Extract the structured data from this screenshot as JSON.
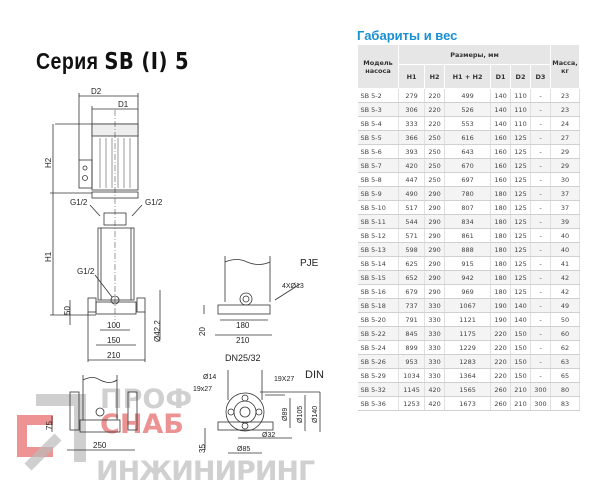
{
  "title": {
    "prefix": "Серия",
    "series": "SB (I) 5"
  },
  "drawing": {
    "main_view": {
      "d2": "D2",
      "d1": "D1",
      "h2": "H2",
      "h1": "H1",
      "g_left": "G1/2",
      "g_right": "G1/2",
      "g_drain": "G1/2",
      "dim_50": "50",
      "dim_100": "100",
      "dim_150": "150",
      "dim_210": "210",
      "dim_dia": "Ø42.2"
    },
    "pje_view": {
      "label": "PJE",
      "holes": "4XØ13",
      "dim_20": "20",
      "dim_180": "180",
      "dim_210": "210"
    },
    "din_view": {
      "dn": "DN25/32",
      "label": "DIN",
      "bolt_right": "19X27",
      "bolt_left": "19x27",
      "dia14": "Ø14",
      "dia89": "Ø89",
      "dia105": "Ø105",
      "dia140": "Ø140",
      "dia32": "Ø32",
      "dia85": "Ø85",
      "dim_35": "35"
    },
    "side_view": {
      "dim_75": "75",
      "dim_250": "250"
    }
  },
  "watermark": {
    "line1": "ПРОФ",
    "line2": "СНАБ",
    "line3": "ИНЖИНИРИНГ"
  },
  "colors": {
    "accent": "#1a8fd1",
    "watermark_red": "#e03a3a"
  },
  "table": {
    "title": "Габариты и вес",
    "headers": {
      "model": "Модель насоса",
      "sizes": "Размеры, мм",
      "mass": "Масса, кг",
      "h1": "H1",
      "h2": "H2",
      "h1h2": "H1 + H2",
      "d1": "D1",
      "d2": "D2",
      "d3": "D3"
    },
    "rows": [
      [
        "SB 5-2",
        "279",
        "220",
        "499",
        "140",
        "110",
        "-",
        "23"
      ],
      [
        "SB 5-3",
        "306",
        "220",
        "526",
        "140",
        "110",
        "-",
        "23"
      ],
      [
        "SB 5-4",
        "333",
        "220",
        "553",
        "140",
        "110",
        "-",
        "24"
      ],
      [
        "SB 5-5",
        "366",
        "250",
        "616",
        "160",
        "125",
        "-",
        "27"
      ],
      [
        "SB 5-6",
        "393",
        "250",
        "643",
        "160",
        "125",
        "-",
        "29"
      ],
      [
        "SB 5-7",
        "420",
        "250",
        "670",
        "160",
        "125",
        "-",
        "29"
      ],
      [
        "SB 5-8",
        "447",
        "250",
        "697",
        "160",
        "125",
        "-",
        "30"
      ],
      [
        "SB 5-9",
        "490",
        "290",
        "780",
        "180",
        "125",
        "-",
        "37"
      ],
      [
        "SB 5-10",
        "517",
        "290",
        "807",
        "180",
        "125",
        "-",
        "37"
      ],
      [
        "SB 5-11",
        "544",
        "290",
        "834",
        "180",
        "125",
        "-",
        "39"
      ],
      [
        "SB 5-12",
        "571",
        "290",
        "861",
        "180",
        "125",
        "-",
        "40"
      ],
      [
        "SB 5-13",
        "598",
        "290",
        "888",
        "180",
        "125",
        "-",
        "40"
      ],
      [
        "SB 5-14",
        "625",
        "290",
        "915",
        "180",
        "125",
        "-",
        "41"
      ],
      [
        "SB 5-15",
        "652",
        "290",
        "942",
        "180",
        "125",
        "-",
        "42"
      ],
      [
        "SB 5-16",
        "679",
        "290",
        "969",
        "180",
        "125",
        "-",
        "42"
      ],
      [
        "SB 5-18",
        "737",
        "330",
        "1067",
        "190",
        "140",
        "-",
        "49"
      ],
      [
        "SB 5-20",
        "791",
        "330",
        "1121",
        "190",
        "140",
        "-",
        "50"
      ],
      [
        "SB 5-22",
        "845",
        "330",
        "1175",
        "220",
        "150",
        "-",
        "60"
      ],
      [
        "SB 5-24",
        "899",
        "330",
        "1229",
        "220",
        "150",
        "-",
        "62"
      ],
      [
        "SB 5-26",
        "953",
        "330",
        "1283",
        "220",
        "150",
        "-",
        "63"
      ],
      [
        "SB 5-29",
        "1034",
        "330",
        "1364",
        "220",
        "150",
        "-",
        "65"
      ],
      [
        "SB 5-32",
        "1145",
        "420",
        "1565",
        "260",
        "210",
        "300",
        "80"
      ],
      [
        "SB 5-36",
        "1253",
        "420",
        "1673",
        "260",
        "210",
        "300",
        "83"
      ]
    ]
  }
}
